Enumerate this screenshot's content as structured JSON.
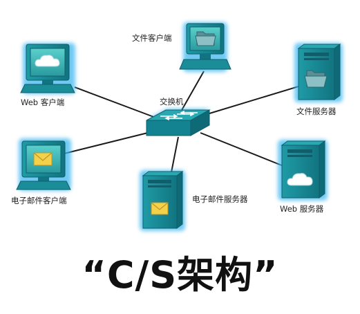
{
  "labels": {
    "file_client": "文件客户端",
    "web_client": "Web 客户端",
    "switch": "交换机",
    "file_server": "文件服务器",
    "email_client": "电子邮件客户端",
    "email_server": "电子邮件服务器",
    "web_server": "Web 服务器"
  },
  "title": "“C/S架构”",
  "colors": {
    "device_teal": "#178a96",
    "device_dark": "#0e5f6b",
    "glow": "#3fb8f0",
    "screen": "#3db5b3",
    "link": "#1a1a1a",
    "folder": "#6fa3a8",
    "envelope": "#f5d14a",
    "cloud": "#ffffff"
  },
  "icons": {
    "file_client": "folder-icon",
    "web_client": "cloud-icon",
    "email_client": "envelope-icon",
    "file_server": "folder-icon",
    "web_server": "cloud-icon",
    "email_server": "envelope-icon"
  }
}
